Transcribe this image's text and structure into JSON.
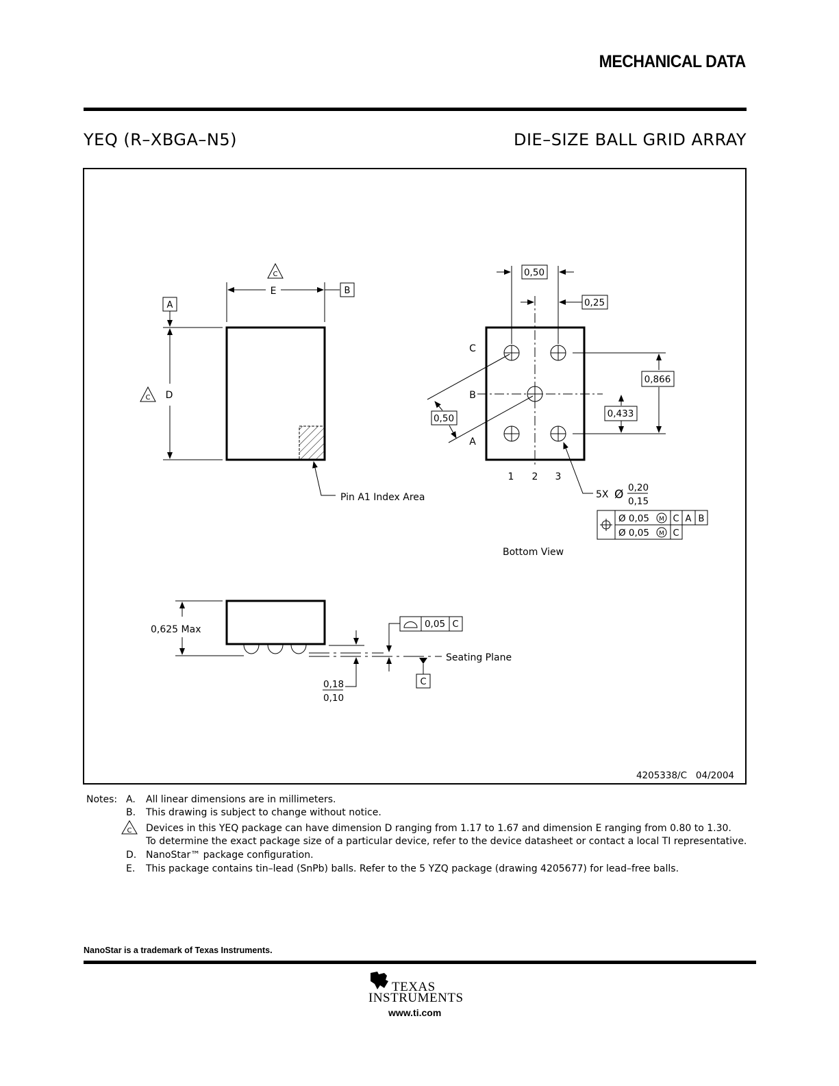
{
  "header": {
    "title": "MECHANICAL DATA",
    "package_code": "YEQ (R–XBGA–N5)",
    "package_type": "DIE–SIZE BALL GRID ARRAY"
  },
  "drawing": {
    "datum_a": "A",
    "datum_b": "B",
    "datum_c": "C",
    "note_c_flag": "C",
    "dim_e": "E",
    "dim_d": "D",
    "pin_a1_label": "Pin A1 Index Area",
    "bottom_view_label": "Bottom View",
    "row_labels": [
      "C",
      "B",
      "A"
    ],
    "col_labels": [
      "1",
      "2",
      "3"
    ],
    "pitch_x": "0,50",
    "half_pitch_x": "0,25",
    "pitch_diag": "0,50",
    "pitch_y": "0,866",
    "half_pitch_y": "0,433",
    "ball_count": "5X",
    "ball_dia_symbol": "Ø",
    "ball_dia_max": "0,20",
    "ball_dia_min": "0,15",
    "tol_row1": {
      "value": "Ø 0,05",
      "modifier": "M",
      "datums": [
        "C",
        "A",
        "B"
      ]
    },
    "tol_row2": {
      "value": "Ø 0,05",
      "modifier": "M",
      "datums": [
        "C"
      ]
    },
    "height_max": "0,625 Max",
    "coplanarity": "0,05",
    "coplanarity_datum": "C",
    "seating_plane": "Seating Plane",
    "standoff_max": "0,18",
    "standoff_min": "0,10",
    "drawing_number": "4205338/C   04/2004"
  },
  "notes": {
    "heading": "Notes:",
    "items": [
      {
        "marker": "A.",
        "text": "All linear dimensions are in millimeters."
      },
      {
        "marker": "B.",
        "text": "This drawing is subject to change without notice."
      },
      {
        "marker": "C",
        "text": "Devices in this YEQ package can have dimension D ranging from 1.17 to 1.67 and dimension E ranging from 0.80 to 1.30."
      },
      {
        "marker": "",
        "text": "To determine the exact package size of a particular device, refer to the device datasheet or contact a local TI representative."
      },
      {
        "marker": "D.",
        "text": "NanoStar™  package configuration."
      },
      {
        "marker": "E.",
        "text": "This package contains tin–lead (SnPb) balls.  Refer to the 5 YZQ package (drawing 4205677) for lead–free balls."
      }
    ]
  },
  "footer": {
    "trademark": "NanoStar is a trademark of Texas Instruments.",
    "logo_line1": "TEXAS",
    "logo_line2": "INSTRUMENTS",
    "url": "www.ti.com"
  }
}
